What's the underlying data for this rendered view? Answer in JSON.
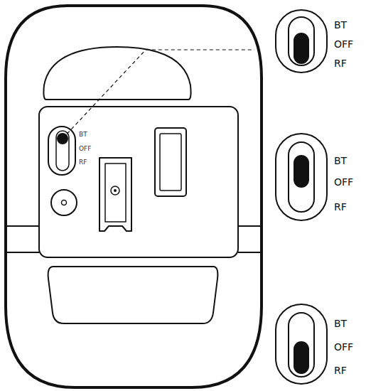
{
  "diagram": {
    "labels": [
      "BT",
      "OFF",
      "RF",
      "BT",
      "OFF",
      "RF",
      "BT",
      "OFF",
      "RF",
      "BT",
      "OFF",
      "RF"
    ]
  }
}
